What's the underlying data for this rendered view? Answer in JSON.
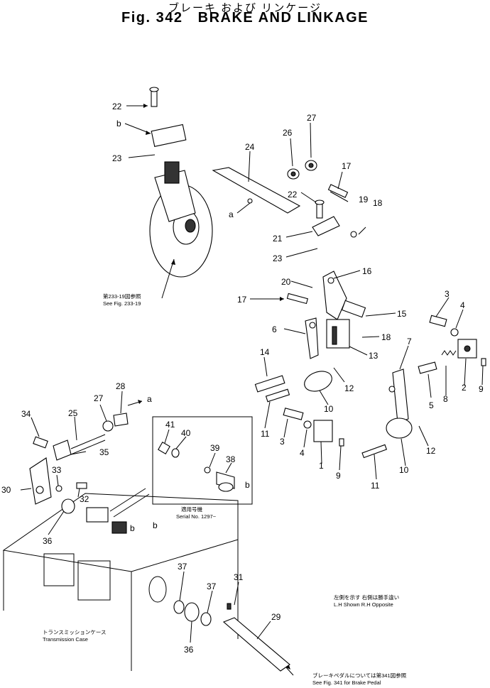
{
  "title": {
    "jp": "ブレーキ および リンケージ",
    "fig": "Fig. 342",
    "en": "BRAKE AND LINKAGE"
  },
  "part_numbers": [
    "22",
    "27",
    "26",
    "24",
    "17",
    "22",
    "19",
    "18",
    "21",
    "23",
    "20",
    "16",
    "17",
    "15",
    "3",
    "4",
    "6",
    "18",
    "13",
    "14",
    "7",
    "12",
    "5",
    "8",
    "2",
    "9",
    "10",
    "11",
    "3",
    "4",
    "9",
    "12",
    "1",
    "10",
    "11",
    "34",
    "25",
    "27",
    "28",
    "33",
    "35",
    "30",
    "32",
    "41",
    "40",
    "39",
    "38",
    "36",
    "37",
    "37",
    "31",
    "29",
    "36",
    "23",
    "b",
    "b",
    "a",
    "a",
    "b",
    "b"
  ],
  "notes": {
    "see_233_jp": "第233-19図参照",
    "see_233_en": "See Fig. 233-19",
    "serial_jp": "適用号機",
    "serial_en": "Serial No. 1297~",
    "lh_jp": "左側を示す 右側は勝手違い",
    "lh_en": "L.H Shown R.H Opposite",
    "trans_jp": "トランスミッションケース",
    "trans_en": "Transmission Case",
    "pedal_jp": "ブレーキペダルについては第341図参照",
    "pedal_en": "See Fig. 341 for Brake Pedal"
  }
}
